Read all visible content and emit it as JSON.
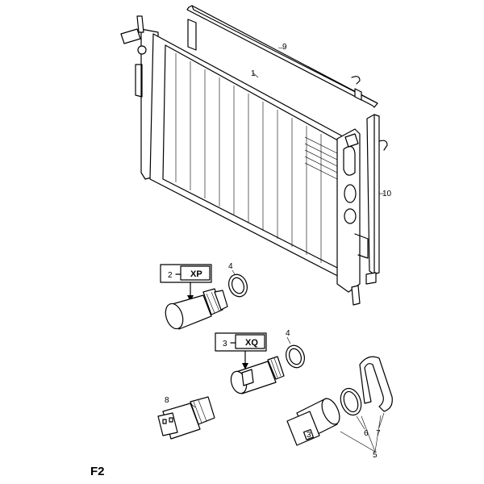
{
  "figure_label": "F2",
  "callouts": {
    "c1": "1",
    "c2": "2",
    "c3": "3",
    "c4a": "4",
    "c4b": "4",
    "c5": "5",
    "c6": "6",
    "c7": "7",
    "c8": "8",
    "c9": "9",
    "c10": "10"
  },
  "codes": {
    "xp": "XP",
    "xq": "XQ"
  },
  "connector_mark": "3"
}
